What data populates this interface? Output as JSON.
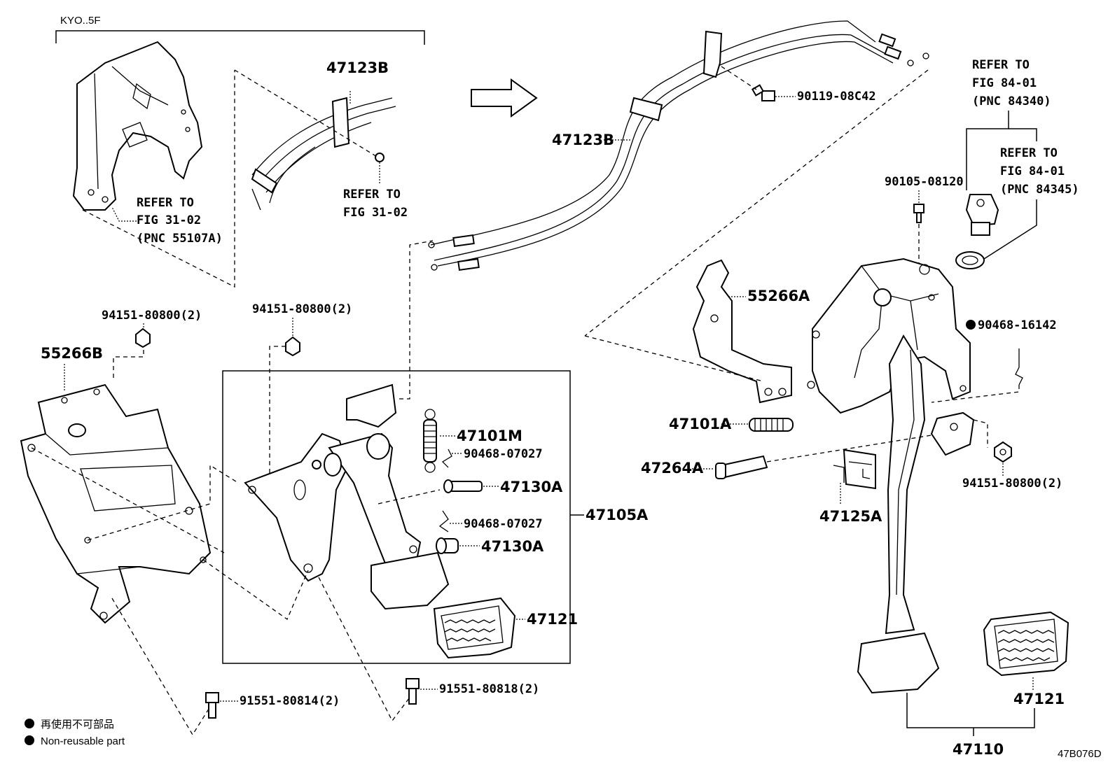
{
  "header": {
    "variant_label": "KYO..5F"
  },
  "legend": {
    "items": [
      {
        "symbol": "●",
        "text": "再使用不可部品"
      },
      {
        "symbol": "●",
        "text": "Non-reusable part"
      }
    ]
  },
  "drawing_id": "47B076D",
  "labels": {
    "refer_3102_a": [
      "REFER TO",
      "FIG 31-02",
      "(PNC 55107A)"
    ],
    "refer_3102_b": [
      "REFER TO",
      "FIG 31-02"
    ],
    "refer_8401_a": [
      "REFER TO",
      "FIG 84-01",
      "(PNC 84340)"
    ],
    "refer_8401_b": [
      "REFER TO",
      "FIG 84-01",
      "(PNC 84345)"
    ],
    "p47123B_top": "47123B",
    "p47123B_right": "47123B",
    "p90119": "90119-08C42",
    "p90105": "90105-08120",
    "p55266A": "55266A",
    "p90468_16142": "90468-16142",
    "p94151_a": "94151-80800(2)",
    "p94151_b": "94151-80800(2)",
    "p94151_c": "94151-80800(2)",
    "p55266B": "55266B",
    "p47101M": "47101M",
    "p90468_07027_a": "90468-07027",
    "p47130A_a": "47130A",
    "p90468_07027_b": "90468-07027",
    "p47130A_b": "47130A",
    "p47105A": "47105A",
    "p47121_a": "47121",
    "p47121_b": "47121",
    "p47101A": "47101A",
    "p47264A": "47264A",
    "p47125A": "47125A",
    "p47110": "47110",
    "p91551_80814": "91551-80814(2)",
    "p91551_80818": "91551-80818(2)"
  }
}
